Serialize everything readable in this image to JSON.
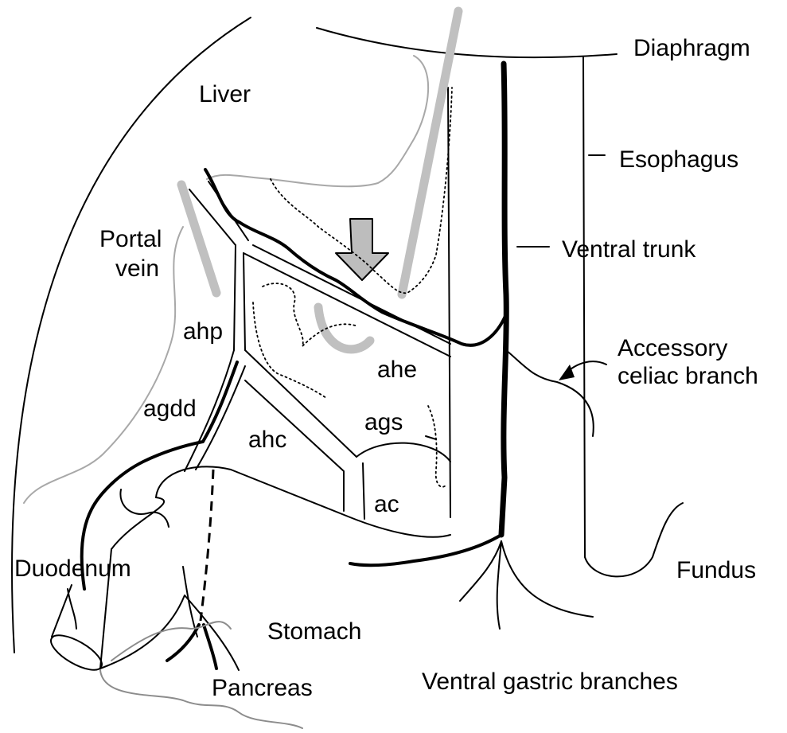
{
  "labels": {
    "diaphragm": "Diaphragm",
    "liver": "Liver",
    "esophagus": "Esophagus",
    "portal_vein_line1": "Portal",
    "portal_vein_line2": "vein",
    "ventral_trunk": "Ventral trunk",
    "accessory_line1": "Accessory",
    "accessory_line2": "celiac branch",
    "ahp": "ahp",
    "ahe": "ahe",
    "agdd": "agdd",
    "ags": "ags",
    "ahc": "ahc",
    "ac": "ac",
    "duodenum": "Duodenum",
    "fundus": "Fundus",
    "stomach": "Stomach",
    "pancreas": "Pancreas",
    "ventral_gastric_branches": "Ventral gastric branches"
  },
  "colors": {
    "line": "#000000",
    "organ_outline_gray": "#a8a8a8",
    "instrument_gray": "#c0c0c0",
    "arrow_fill": "#bdbdbd"
  }
}
